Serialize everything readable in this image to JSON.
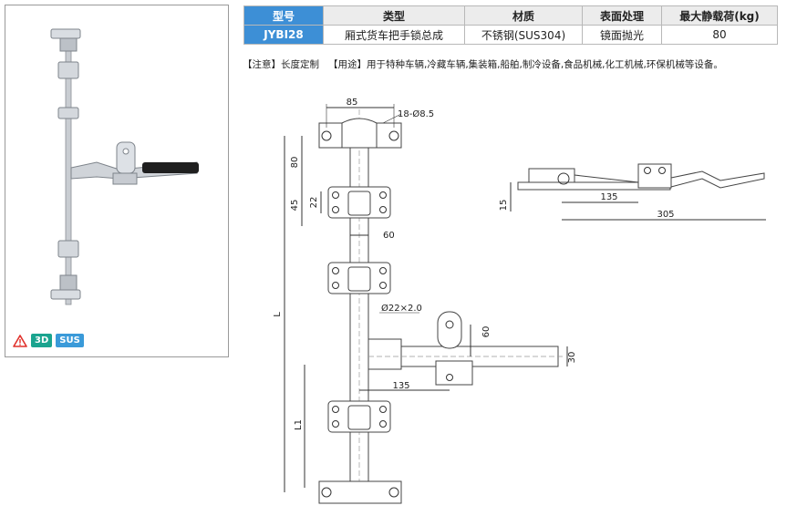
{
  "spec_table": {
    "headers": [
      "型号",
      "类型",
      "材质",
      "表面处理",
      "最大静载荷(kg)"
    ],
    "row": [
      "JYBI28",
      "厢式货车把手锁总成",
      "不锈钢(SUS304)",
      "镜面抛光",
      "80"
    ]
  },
  "notes": {
    "attention": "【注意】长度定制",
    "usage": "【用途】用于特种车辆,冷藏车辆,集装箱,船舶,制冷设备,食品机械,化工机械,环保机械等设备。"
  },
  "badges": [
    "3D",
    "SUS"
  ],
  "icons": {
    "warning": "warning-triangle-icon"
  },
  "colors": {
    "model_header": "#3d8fd6",
    "badge_3d": "#1aa48f",
    "badge_sus": "#3a9ad9"
  },
  "drawing": {
    "dim_85": "85",
    "dim_hole": "18-Ø8.5",
    "dim_80": "80",
    "dim_45": "45",
    "dim_22": "22",
    "dim_60_top": "60",
    "dim_pipe": "Ø22×2.0",
    "dim_L": "L",
    "dim_L1": "L1",
    "dim_135_front": "135",
    "dim_60_handle": "60",
    "dim_30": "30",
    "side_dim_15": "15",
    "side_dim_135": "135",
    "side_dim_305": "305"
  }
}
